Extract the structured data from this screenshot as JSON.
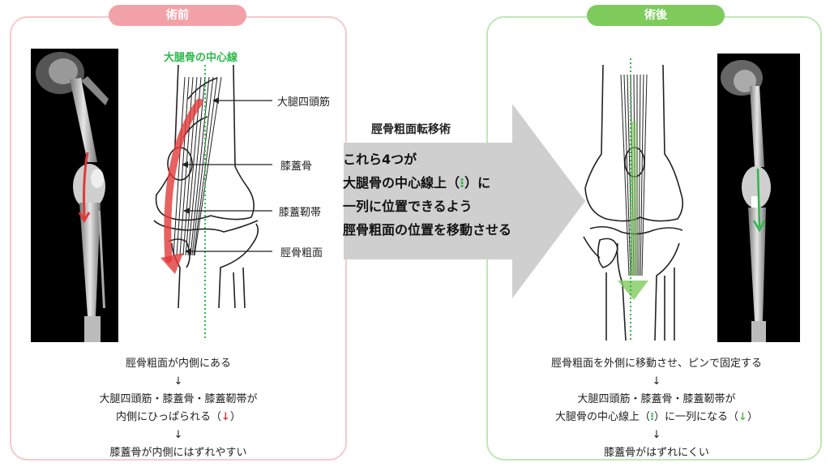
{
  "before": {
    "header": "術前",
    "midline_label": "大腿骨の中心線",
    "labels": {
      "quadriceps": "大腿四頭筋",
      "patella": "膝蓋骨",
      "patellar_ligament": "膝蓋靭帯",
      "tibial_tuberosity": "脛骨粗面"
    },
    "caption": {
      "line1": "脛骨粗面が内側にある",
      "arrow1": "↓",
      "line2": "大腿四頭筋・膝蓋骨・膝蓋靭帯が",
      "line3_pre": "内側にひっぱられる（",
      "line3_mark": "↓",
      "line3_post": "）",
      "arrow2": "↓",
      "line4": "膝蓋骨が内側にはずれやすい"
    }
  },
  "procedure": {
    "title": "脛骨粗面転移術",
    "line1": "これら4つが",
    "line2_pre": "大腿骨の中心線上（",
    "line2_mark": "⁝",
    "line2_post": "）に",
    "line3": "一列に位置できるよう",
    "line4": "脛骨粗面の位置を移動させる"
  },
  "after": {
    "header": "術後",
    "caption": {
      "line1": "脛骨粗面を外側に移動させ、ピンで固定する",
      "arrow1": "↓",
      "line2": "大腿四頭筋・膝蓋骨・膝蓋靭帯が",
      "line3_pre": "大腿骨の中心線上（",
      "line3_mark": "⁝",
      "line3_mid": "）に一列になる（",
      "line3_mark2": "↓",
      "line3_post": "）",
      "arrow2": "↓",
      "line4": "膝蓋骨がはずれにくい"
    }
  },
  "colors": {
    "before_accent": "#f3a1a8",
    "after_accent": "#7ecb5c",
    "midline": "#2db84a",
    "medial_arrow": "#e23a3a",
    "big_arrow": "#cfcfcf"
  }
}
